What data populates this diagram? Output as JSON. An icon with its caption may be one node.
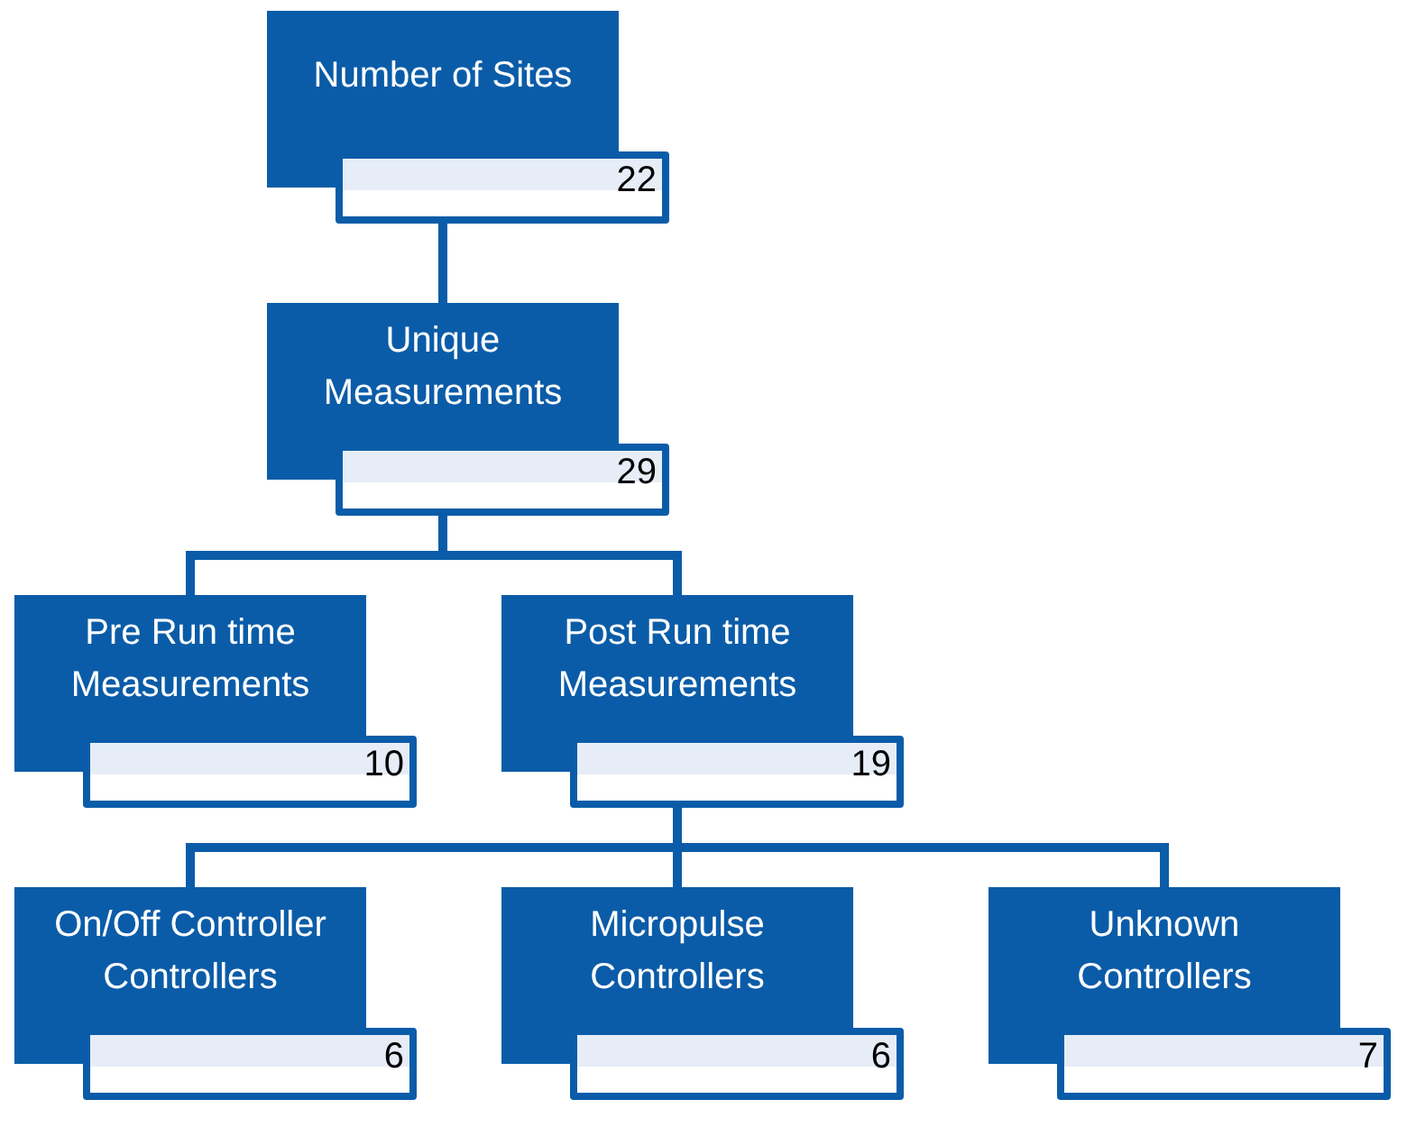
{
  "diagram": {
    "nodes": [
      {
        "text": [
          "Number of Sites",
          "22"
        ]
      },
      {
        "text": [
          "Unique Measurements",
          "29"
        ]
      },
      {
        "text": [
          "Pre Run time Measurements",
          "10"
        ]
      },
      {
        "text": [
          "Post Run time Measurements",
          "19"
        ]
      },
      {
        "text": [
          "On/Off Controller Controllers",
          "6"
        ]
      },
      {
        "text": [
          "Micropulse Controllers",
          "6"
        ]
      },
      {
        "text": [
          "Unknown Controllers",
          "7"
        ]
      }
    ],
    "edges": [
      {
        "from": 0,
        "to": 1,
        "arrow": "none"
      },
      {
        "from": 1,
        "to": 2,
        "arrow": "none"
      },
      {
        "from": 1,
        "to": 3,
        "arrow": "none"
      },
      {
        "from": 3,
        "to": 4,
        "arrow": "none"
      },
      {
        "from": 3,
        "to": 5,
        "arrow": "none"
      },
      {
        "from": 3,
        "to": 6,
        "arrow": "none"
      }
    ]
  }
}
